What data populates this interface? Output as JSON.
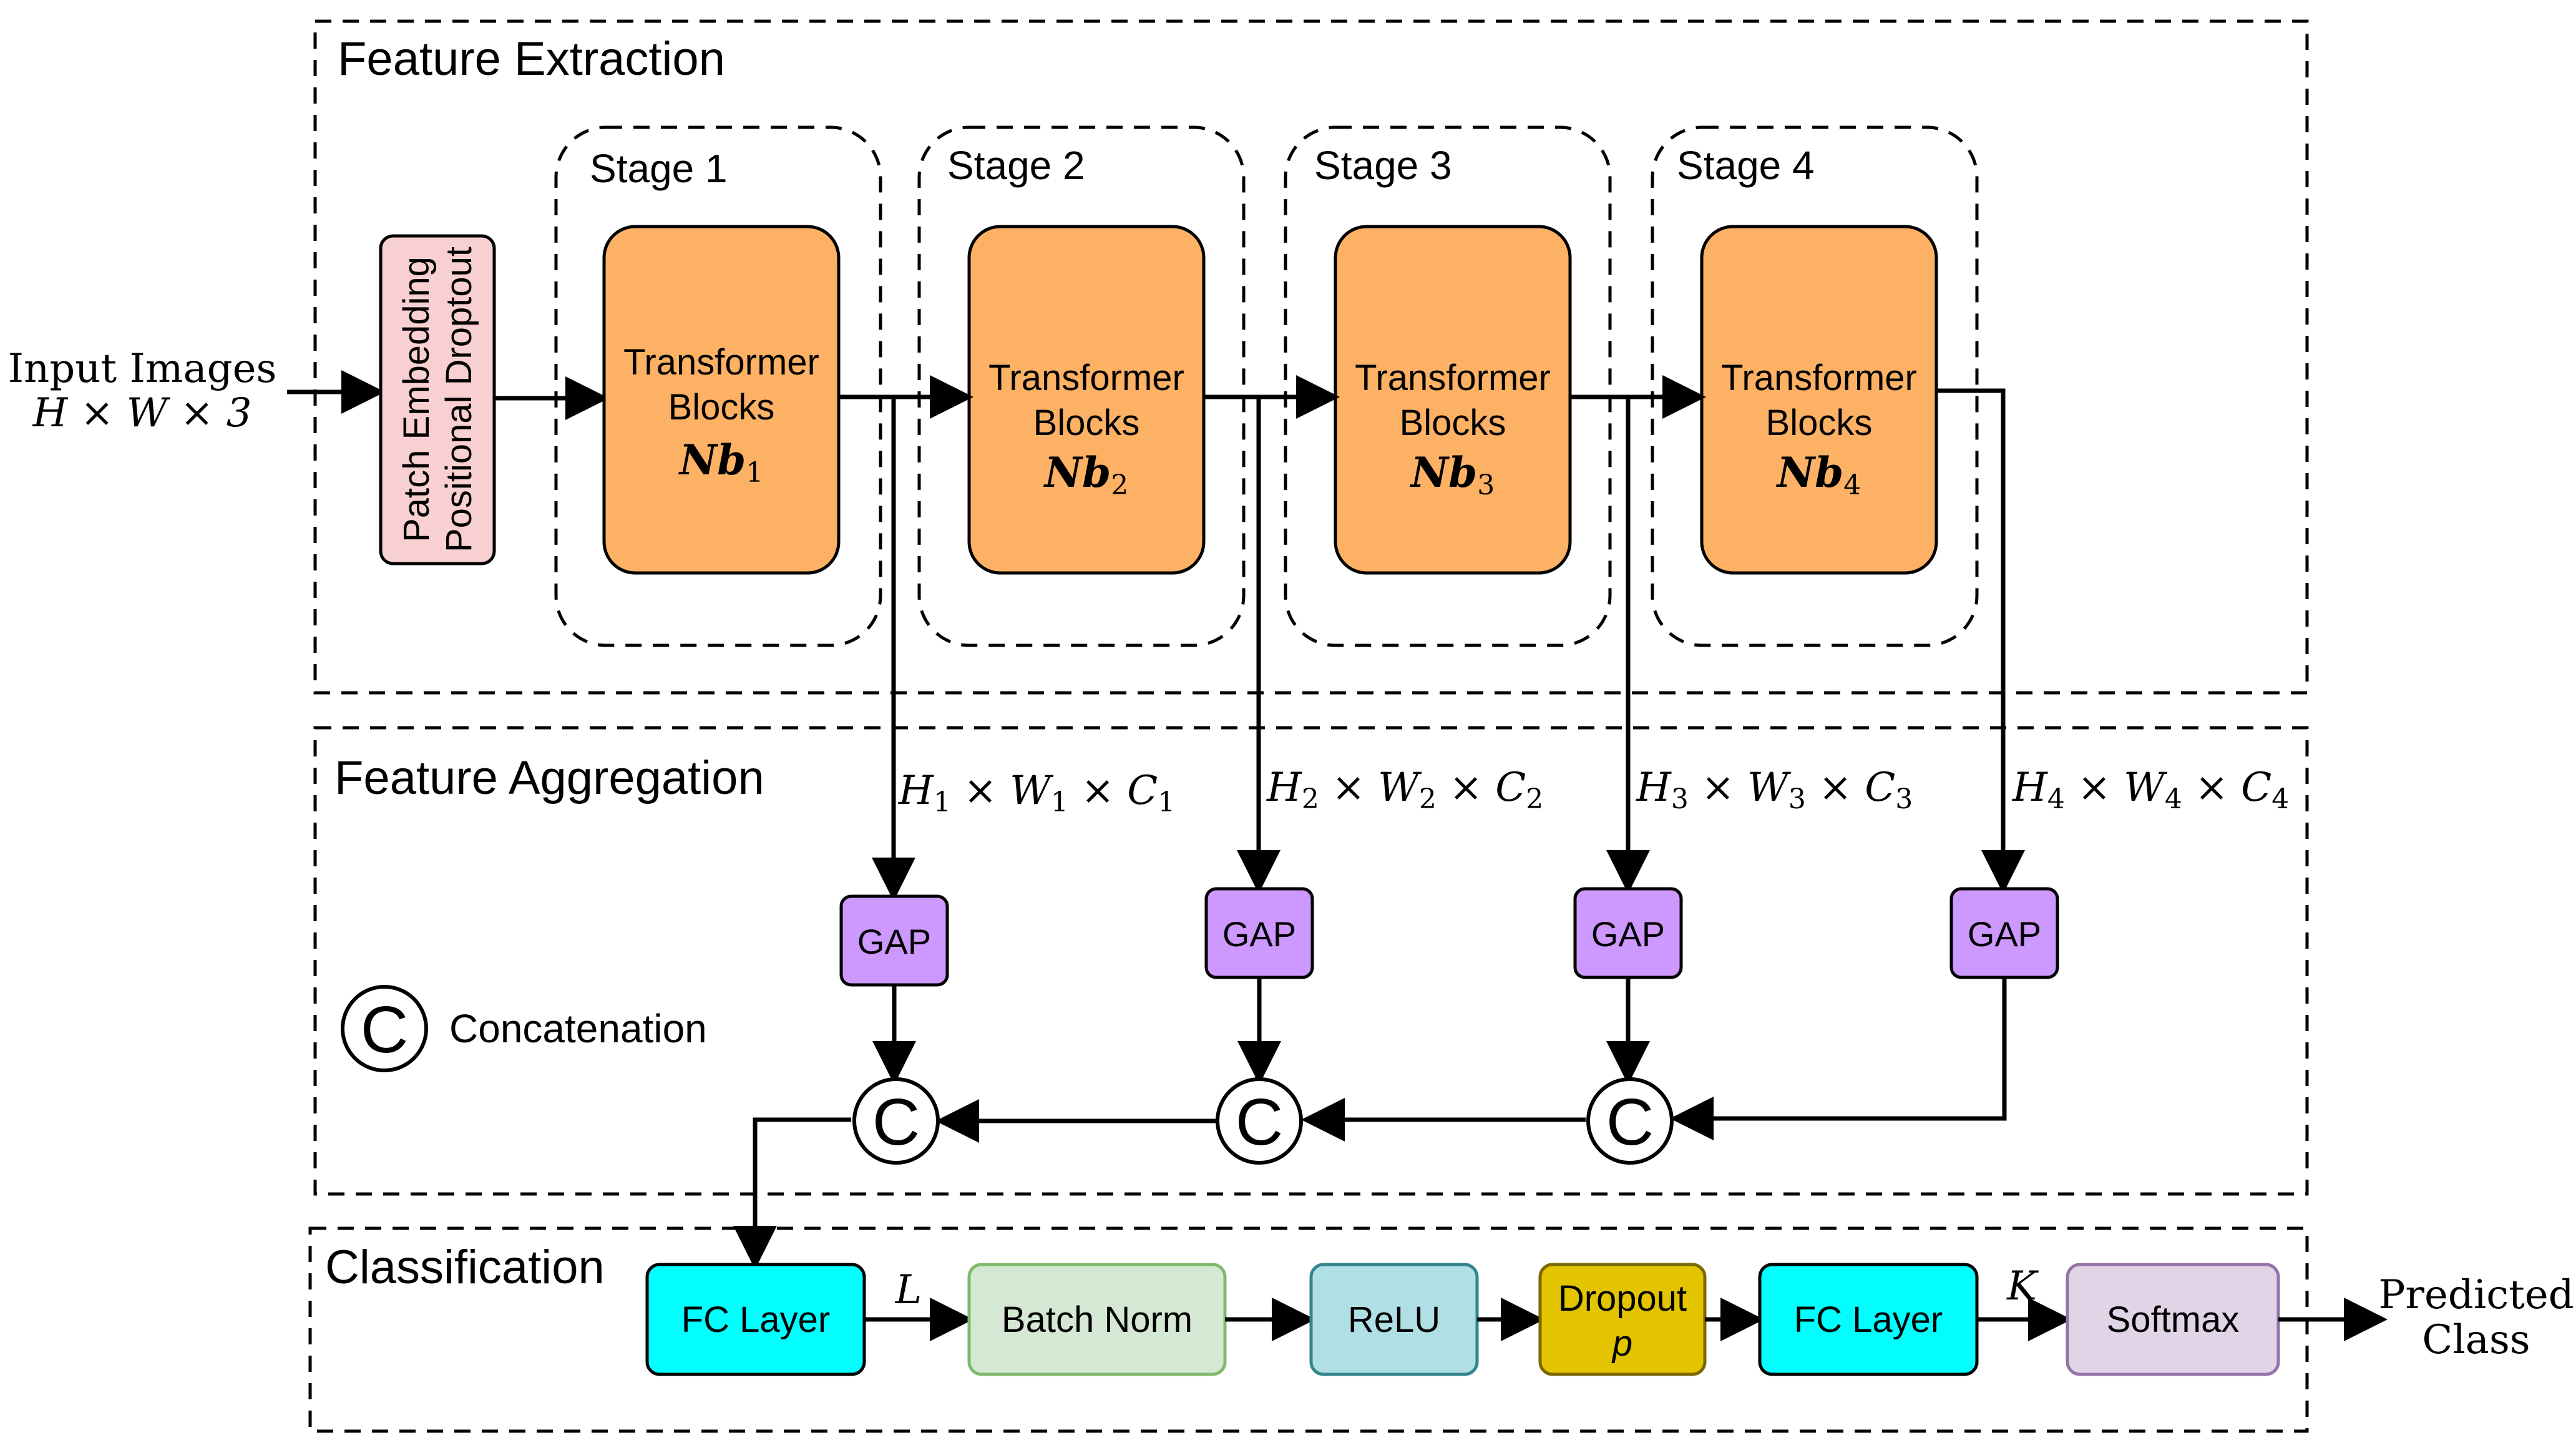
{
  "sections": {
    "extraction": "Feature Extraction",
    "aggregation": "Feature Aggregation",
    "classification": "Classification"
  },
  "input": {
    "line1": "Input Images",
    "line2": "H × W × 3"
  },
  "embedding": {
    "line1": "Patch Embedding",
    "line2": "Positional Droptout"
  },
  "stages": [
    {
      "label": "Stage 1",
      "block1": "Transformer",
      "block2": "Blocks",
      "count_base": "Nb",
      "count_sub": "1",
      "dims_h": "H",
      "dims_hs": "1",
      "dims_w": "W",
      "dims_ws": "1",
      "dims_c": "C",
      "dims_cs": "1",
      "gap": "GAP"
    },
    {
      "label": "Stage 2",
      "block1": "Transformer",
      "block2": "Blocks",
      "count_base": "Nb",
      "count_sub": "2",
      "dims_h": "H",
      "dims_hs": "2",
      "dims_w": "W",
      "dims_ws": "2",
      "dims_c": "C",
      "dims_cs": "2",
      "gap": "GAP"
    },
    {
      "label": "Stage 3",
      "block1": "Transformer",
      "block2": "Blocks",
      "count_base": "Nb",
      "count_sub": "3",
      "dims_h": "H",
      "dims_hs": "3",
      "dims_w": "W",
      "dims_ws": "3",
      "dims_c": "C",
      "dims_cs": "3",
      "gap": "GAP"
    },
    {
      "label": "Stage 4",
      "block1": "Transformer",
      "block2": "Blocks",
      "count_base": "Nb",
      "count_sub": "4",
      "dims_h": "H",
      "dims_hs": "4",
      "dims_w": "W",
      "dims_ws": "4",
      "dims_c": "C",
      "dims_cs": "4",
      "gap": "GAP"
    }
  ],
  "times": "×",
  "concat": {
    "symbol": "C",
    "legend": "Concatenation"
  },
  "classifier": {
    "fc1": "FC Layer",
    "l_label": "L",
    "batchnorm": "Batch Norm",
    "relu": "ReLU",
    "dropout1": "Dropout",
    "dropout2": "p",
    "fc2": "FC Layer",
    "k_label": "K",
    "softmax": "Softmax"
  },
  "output": {
    "line1": "Predicted",
    "line2": "Class"
  },
  "colors": {
    "embedding_fill": "#f9d0d1",
    "transformer_fill": "#fcb164",
    "gap_fill": "#cd99ff",
    "fc_fill": "#01ffff",
    "batchnorm_fill": "#d4e8d3",
    "relu_fill": "#b0e0e6",
    "dropout_fill": "#e2c400",
    "softmax_fill": "#e2d4e7"
  }
}
